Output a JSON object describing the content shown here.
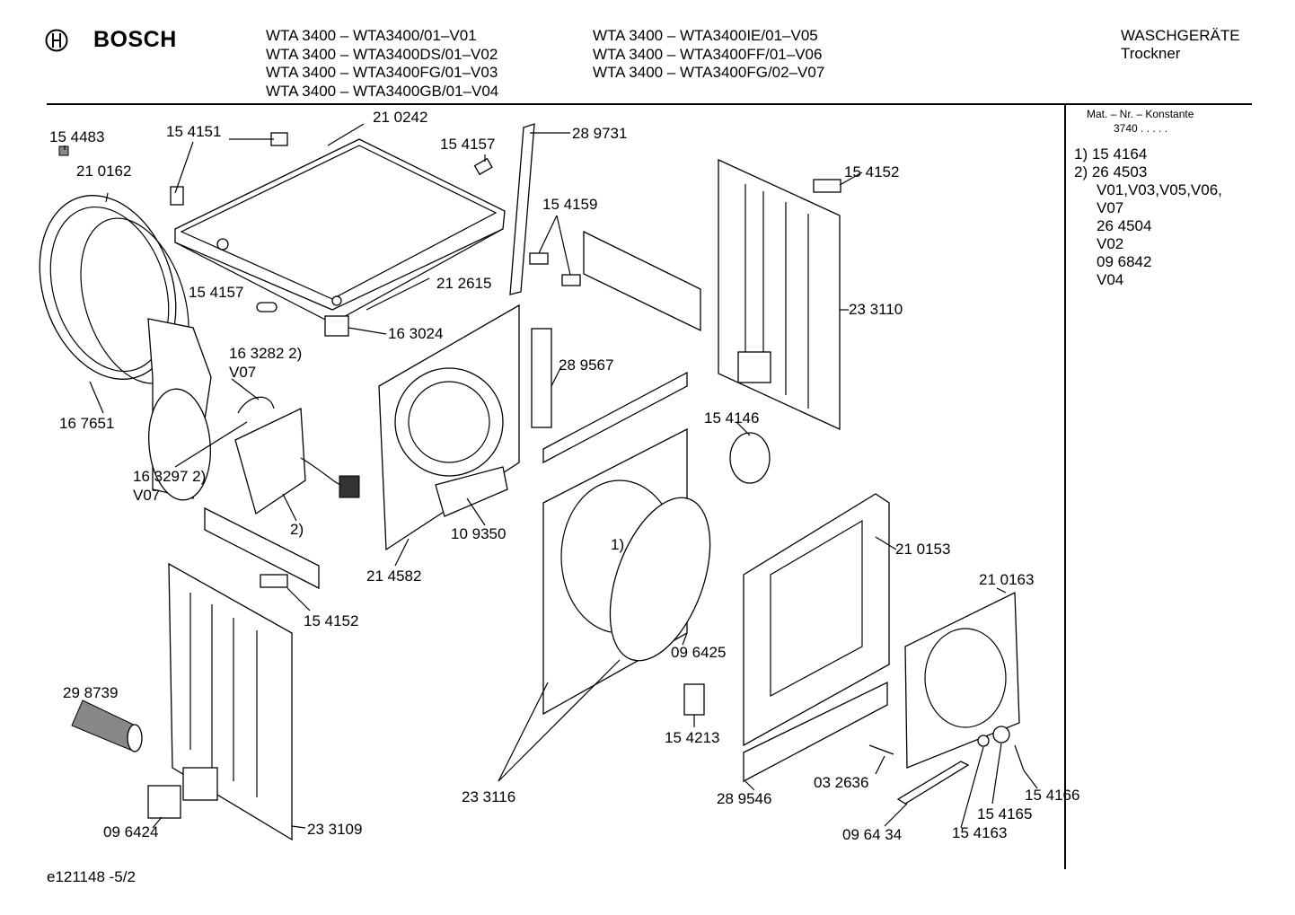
{
  "header": {
    "brand": "BOSCH",
    "models_left": [
      "WTA 3400 – WTA3400/01–V01",
      "WTA 3400 – WTA3400DS/01–V02",
      "WTA 3400 – WTA3400FG/01–V03",
      "WTA 3400 – WTA3400GB/01–V04"
    ],
    "models_right": [
      "WTA 3400 – WTA3400IE/01–V05",
      "WTA 3400 – WTA3400FF/01–V06",
      "WTA 3400 – WTA3400FG/02–V07"
    ],
    "category": "WASCHGERÄTE",
    "subcategory": "Trockner"
  },
  "sidebar": {
    "mat_header": "Mat. – Nr. – Konstante",
    "mat_value": "3740 .   .   .   .   .",
    "notes": [
      "1) 15 4164",
      "2) 26 4503",
      "V01,V03,V05,V06,",
      "V07",
      "26 4504",
      "V02",
      "09 6842",
      "V04"
    ]
  },
  "parts": {
    "p154483": "15 4483",
    "p154151": "15 4151",
    "p210242": "21 0242",
    "p154157a": "15 4157",
    "p289731": "28 9731",
    "p210162": "21 0162",
    "p154152a": "15 4152",
    "p154159": "15 4159",
    "p154157b": "15 4157",
    "p212615": "21 2615",
    "p233110": "23 3110",
    "p163024": "16 3024",
    "p163282": "16 3282 2)",
    "p163282v": "V07",
    "p289567": "28 9567",
    "p167651": "16 7651",
    "p154146": "15 4146",
    "p163297": "16 3297 2)",
    "p163297v": "V07",
    "p2": "2)",
    "p109350": "10 9350",
    "p1": "1)",
    "p210153": "21 0153",
    "p214582": "21 4582",
    "p210163": "21 0163",
    "p154152b": "15 4152",
    "p096425": "09 6425",
    "p298739": "29 8739",
    "p154213": "15 4213",
    "p233116": "23 3116",
    "p289546": "28 9546",
    "p032636": "03 2636",
    "p154166": "15 4166",
    "p154165": "15 4165",
    "p096424": "09 6424",
    "p233109": "23 3109",
    "p096434": "09 64 34",
    "p154163": "15 4163"
  },
  "footer": {
    "doc_id": "e121148 -5/2"
  }
}
